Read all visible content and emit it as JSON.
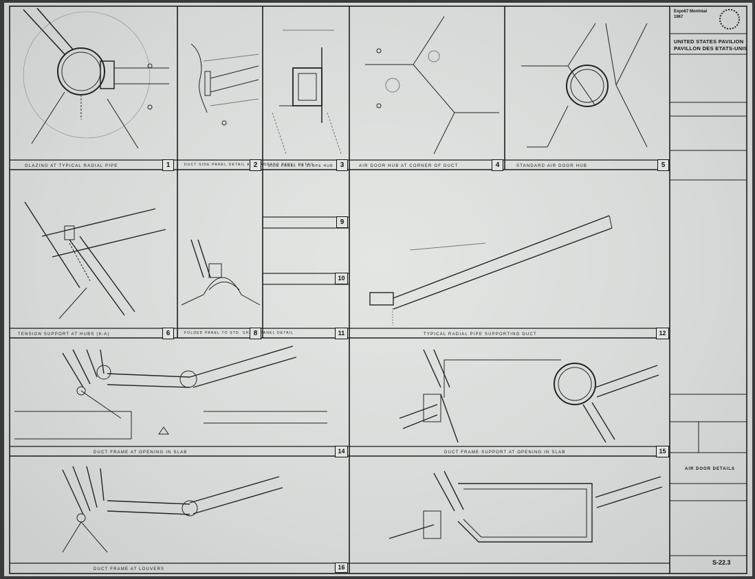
{
  "sheet": {
    "title_block": {
      "header": [
        "Expo67 Montréal",
        "1967"
      ],
      "project_en": "UNITED STATES PAVILION",
      "project_fr": "PAVILLON DES ETATS-UNIS",
      "drawing_title": "AIR DOOR DETAILS",
      "sheet_number": "S-22.3"
    },
    "details": [
      {
        "no": "1",
        "title": "GLAZING AT TYPICAL RADIAL PIPE"
      },
      {
        "no": "2",
        "title": "DUCT SIDE PANEL DETAIL AT STANDARD PANEL DETAIL"
      },
      {
        "no": "3",
        "title": "SIDE PANEL TO SLOPE HUB"
      },
      {
        "no": "4",
        "title": "AIR DOOR HUB AT CORNER OF DUCT"
      },
      {
        "no": "5",
        "title": "STANDARD AIR DOOR HUB"
      },
      {
        "no": "6",
        "title": "TENSION SUPPORT AT HUBS (6-A)"
      },
      {
        "no": "8",
        "title": "FOLDED PANEL TO STD. SHAPE PANEL DETAIL"
      },
      {
        "no": "9",
        "title": ""
      },
      {
        "no": "10",
        "title": ""
      },
      {
        "no": "11",
        "title": ""
      },
      {
        "no": "12",
        "title": "TYPICAL RADIAL PIPE SUPPORTING DUCT"
      },
      {
        "no": "14",
        "title": "DUCT FRAME AT OPENING IN SLAB"
      },
      {
        "no": "15",
        "title": "DUCT FRAME SUPPORT AT OPENING IN SLAB"
      },
      {
        "no": "16",
        "title": "DUCT FRAME AT LOUVERS"
      }
    ]
  }
}
